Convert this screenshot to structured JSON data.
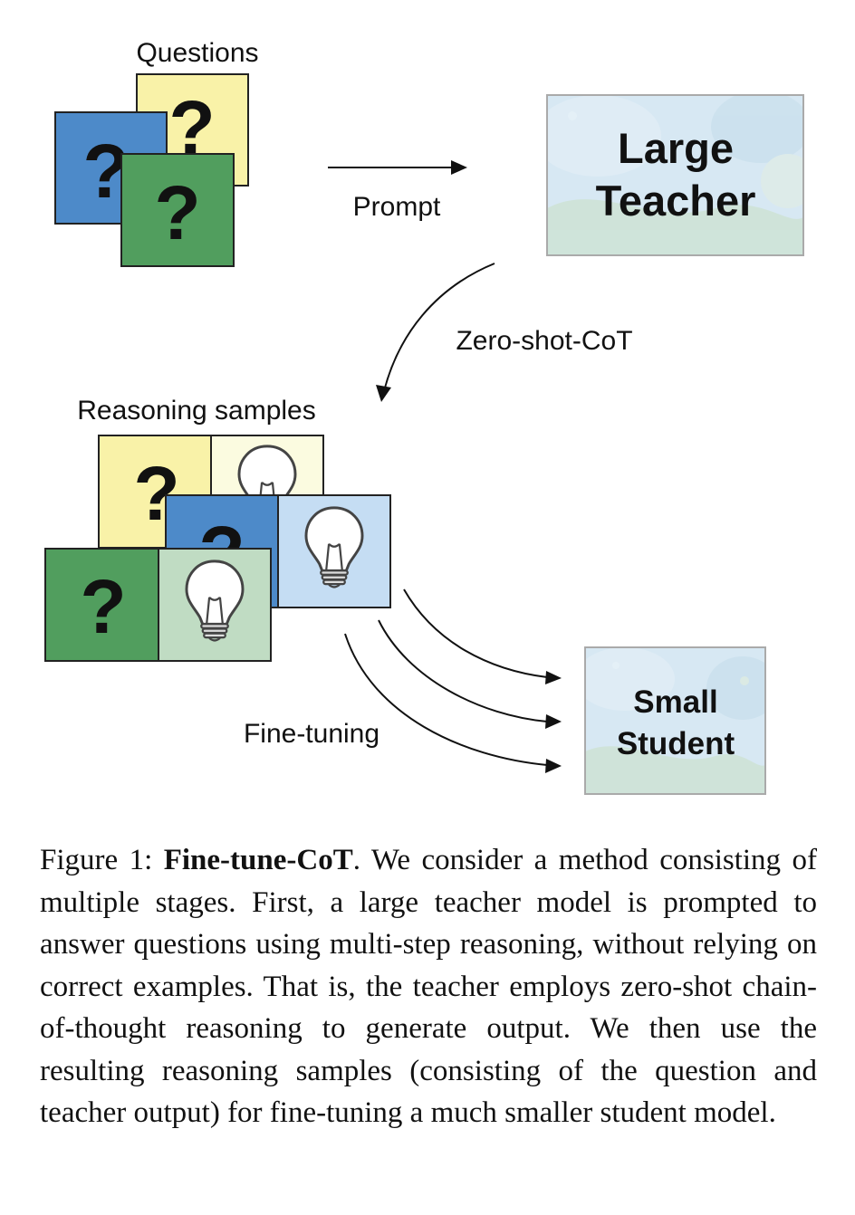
{
  "diagram": {
    "questions_label": "Questions",
    "question_mark": "?",
    "prompt_label": "Prompt",
    "teacher_line1": "Large",
    "teacher_line2": "Teacher",
    "zero_shot_label": "Zero-shot-CoT",
    "reasoning_label": "Reasoning samples",
    "finetune_label": "Fine-tuning",
    "student_line1": "Small",
    "student_line2": "Student",
    "colors": {
      "yellow": "#f9f2a8",
      "blue": "#4d8ac9",
      "green": "#519e5e",
      "yellow_light": "#fbfbe0",
      "blue_light": "#c5ddf3",
      "green_light": "#c0dcc3",
      "model_bg": "#d7e8f3"
    }
  },
  "caption": {
    "prefix": "Figure 1: ",
    "title": "Fine-tune-CoT",
    "body": ". We consider a method consisting of multiple stages. First, a large teacher model is prompted to answer questions using multi-step reasoning, without relying on correct examples.  That is, the teacher employs zero-shot chain-of-thought reasoning to generate output. We then use the resulting reasoning samples (consisting of the question and teacher output) for fine-tuning a much smaller student model."
  }
}
